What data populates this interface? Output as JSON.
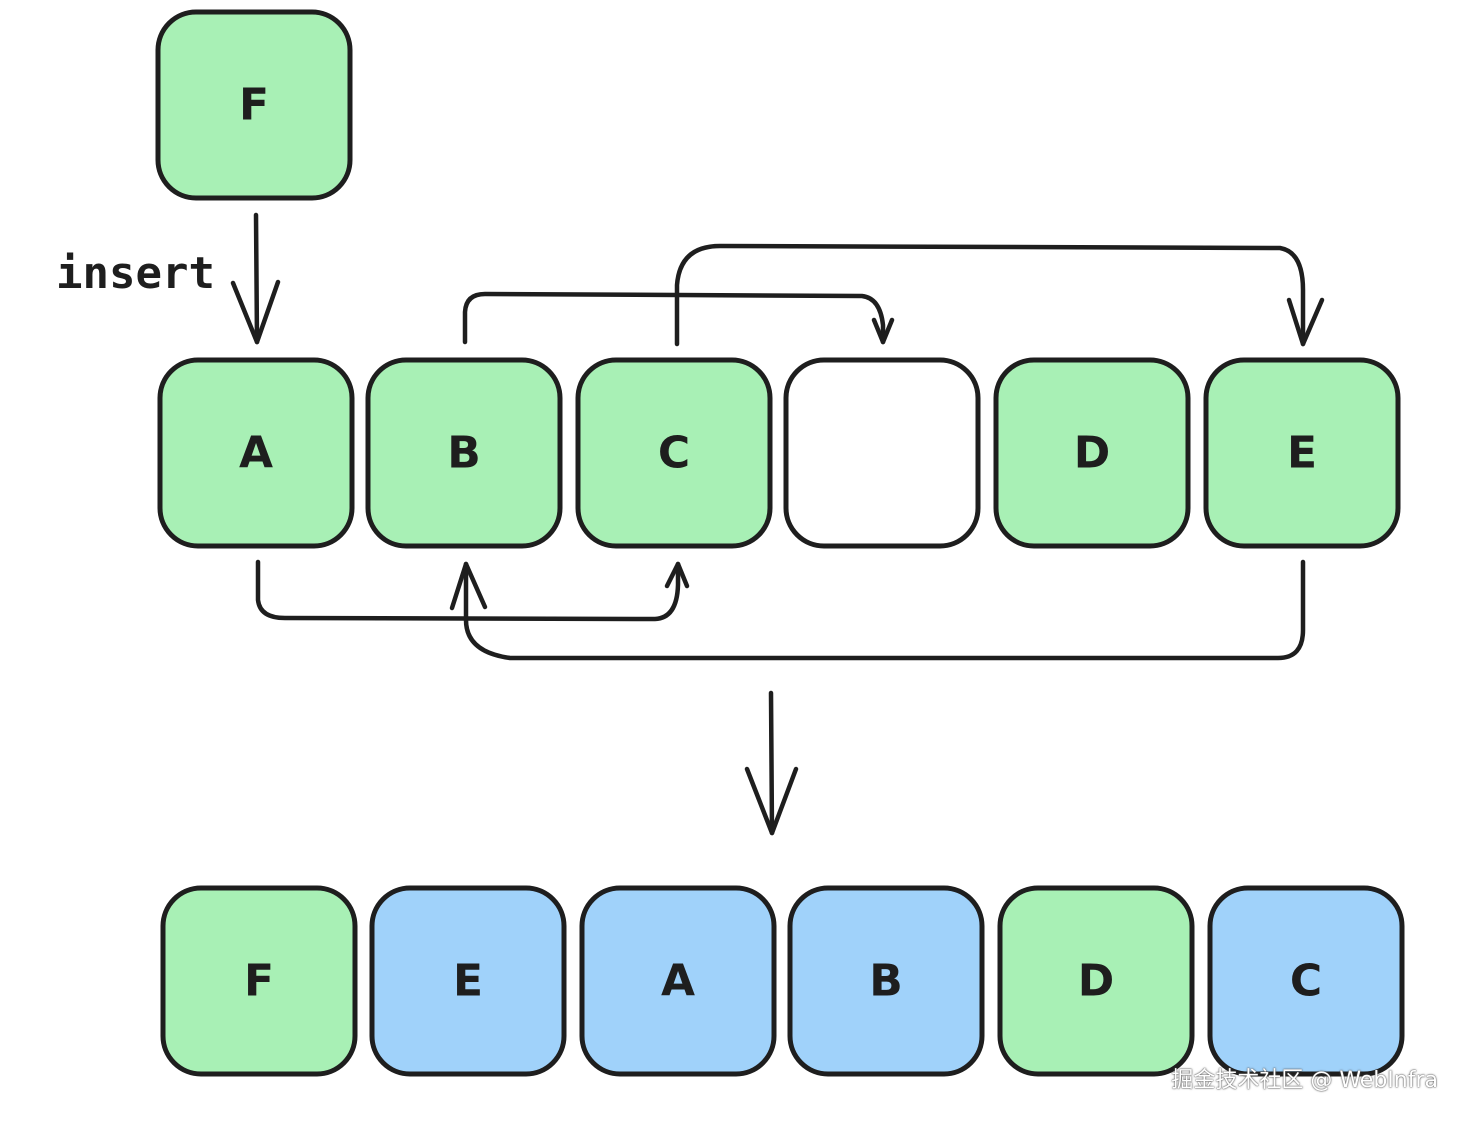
{
  "colors": {
    "green": "#a8f0b5",
    "blue": "#a0d2fa",
    "empty": "#ffffff",
    "stroke": "#1e1e1e"
  },
  "new_node": {
    "label": "F",
    "color": "green"
  },
  "insert_label": "insert",
  "old_list": [
    {
      "label": "A",
      "color": "green"
    },
    {
      "label": "B",
      "color": "green"
    },
    {
      "label": "C",
      "color": "green"
    },
    {
      "label": "",
      "color": "empty"
    },
    {
      "label": "D",
      "color": "green"
    },
    {
      "label": "E",
      "color": "green"
    }
  ],
  "new_list": [
    {
      "label": "F",
      "color": "green"
    },
    {
      "label": "E",
      "color": "blue"
    },
    {
      "label": "A",
      "color": "blue"
    },
    {
      "label": "B",
      "color": "blue"
    },
    {
      "label": "D",
      "color": "green"
    },
    {
      "label": "C",
      "color": "blue"
    }
  ],
  "moves": [
    {
      "from": "B",
      "to": "slot-4",
      "side": "top"
    },
    {
      "from": "C",
      "to": "E",
      "side": "top"
    },
    {
      "from": "A",
      "to": "C",
      "side": "bottom"
    },
    {
      "from": "E",
      "to": "B",
      "side": "bottom"
    }
  ],
  "watermark": "掘金技术社区 @ WebInfra"
}
